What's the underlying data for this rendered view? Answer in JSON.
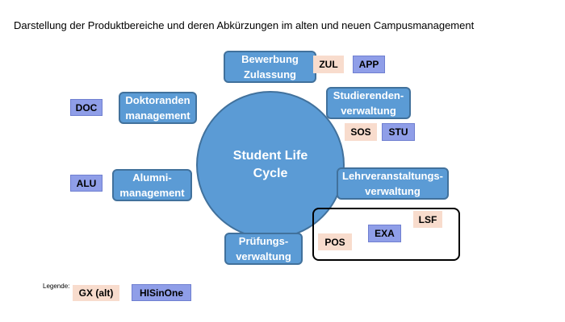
{
  "title": "Darstellung der Produktbereiche und deren Abkürzungen im alten und neuen Campusmanagement",
  "center": "Student Life\nCycle",
  "areas": {
    "bewerbung": "Bewerbung\nZulassung",
    "studierenden": "Studierenden-\nverwaltung",
    "lehrveranstaltungs": "Lehrveranstaltungs-\nverwaltung",
    "pruefungs": "Prüfungs-\nverwaltung",
    "alumni": "Alumni-\nmanagement",
    "doktoranden": "Doktoranden\nmanagement"
  },
  "tags": {
    "zul": "ZUL",
    "app": "APP",
    "sos": "SOS",
    "stu": "STU",
    "doc": "DOC",
    "alu": "ALU",
    "lsf": "LSF",
    "exa": "EXA",
    "pos": "POS"
  },
  "legend": {
    "label": "Legende:",
    "gx": "GX (alt)",
    "his": "HISinOne"
  },
  "colors": {
    "area_fill": "#5b9bd5",
    "gx_fill": "#f8dccd",
    "hisinone_fill": "#8f9ee8"
  }
}
